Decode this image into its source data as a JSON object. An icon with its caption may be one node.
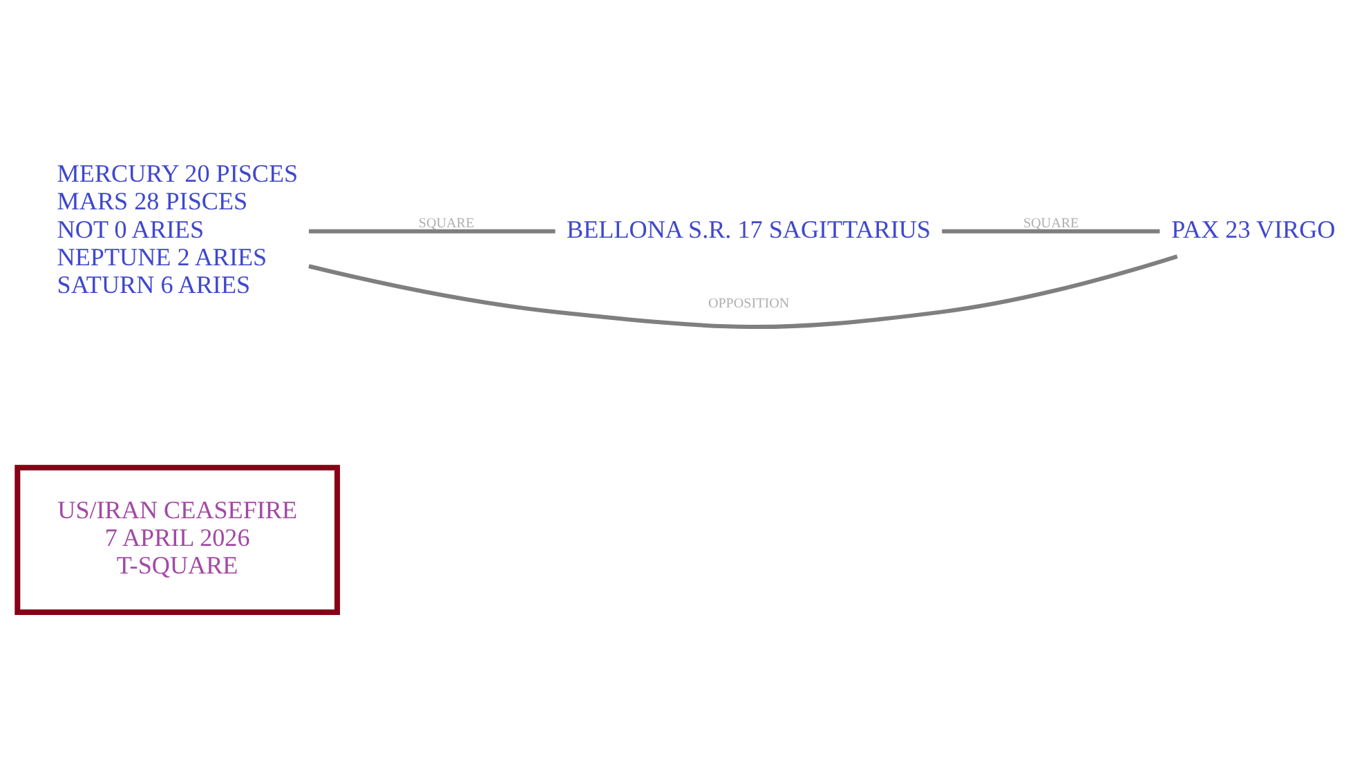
{
  "diagram": {
    "nodes": [
      {
        "text": [
          "MERCURY 20 PISCES",
          "MARS 28 PISCES",
          "NOT 0 ARIES",
          "NEPTUNE 2 ARIES",
          "SATURN 6 ARIES"
        ]
      },
      {
        "text": [
          "BELLONA S.R. 17 SAGITTARIUS"
        ]
      },
      {
        "text": [
          "PAX 23 VIRGO"
        ]
      },
      {
        "text": [
          "US/IRAN CEASEFIRE",
          "7 APRIL 2026",
          "T-SQUARE"
        ]
      }
    ],
    "edges": [
      {
        "from": 0,
        "to": 1,
        "arrow": "none",
        "label": "SQUARE"
      },
      {
        "from": 1,
        "to": 2,
        "arrow": "none",
        "label": "SQUARE"
      },
      {
        "from": 0,
        "to": 2,
        "arrow": "none",
        "label": "OPPOSITION"
      }
    ]
  }
}
